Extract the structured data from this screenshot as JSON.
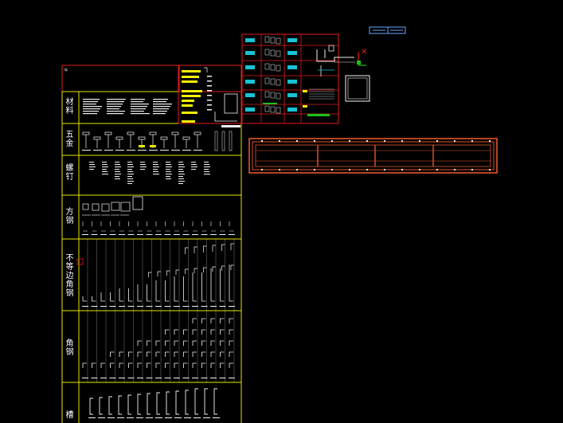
{
  "drawing": {
    "background": "#000000",
    "colors": {
      "grid_yellow": "#e6e600",
      "frame_red": "#e21b1b",
      "outline_orange": "#e0562a",
      "detail_white": "#f2f2f2",
      "accent_cyan": "#17c3d6",
      "accent_green": "#18c218",
      "note_yellow": "#f5f500"
    },
    "legend_rows": [
      {
        "key": "materials",
        "label": "材料"
      },
      {
        "key": "hardware",
        "label": "五金"
      },
      {
        "key": "screws",
        "label": "螺钉"
      },
      {
        "key": "square_steel",
        "label": "方钢"
      },
      {
        "key": "unequal_angle_steel",
        "label": "不等边角钢"
      },
      {
        "key": "angle_steel",
        "label": "角钢"
      },
      {
        "key": "channel_steel",
        "label": "槽"
      }
    ],
    "icons": {
      "ucs": "ucs-axis-icon",
      "viewport": "viewport-box-icon"
    }
  }
}
